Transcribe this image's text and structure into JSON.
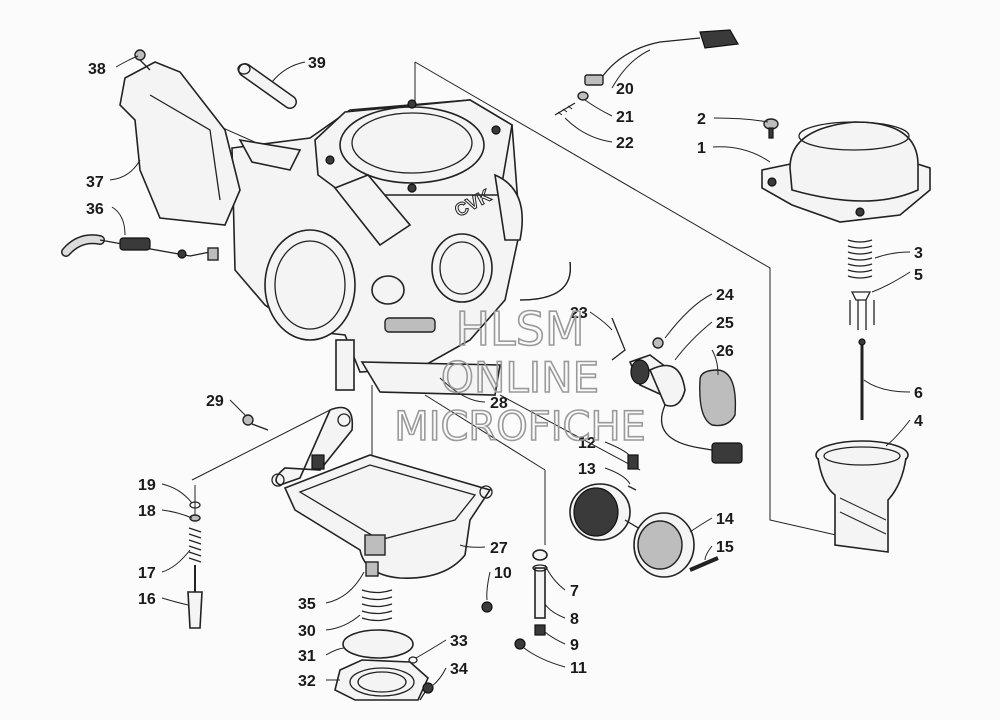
{
  "diagram": {
    "labels": [
      {
        "id": "1",
        "text": "1"
      },
      {
        "id": "2",
        "text": "2"
      },
      {
        "id": "3",
        "text": "3"
      },
      {
        "id": "4",
        "text": "4"
      },
      {
        "id": "5",
        "text": "5"
      },
      {
        "id": "6",
        "text": "6"
      },
      {
        "id": "7",
        "text": "7"
      },
      {
        "id": "8",
        "text": "8"
      },
      {
        "id": "9",
        "text": "9"
      },
      {
        "id": "10",
        "text": "10"
      },
      {
        "id": "11",
        "text": "11"
      },
      {
        "id": "12",
        "text": "12"
      },
      {
        "id": "13",
        "text": "13"
      },
      {
        "id": "14",
        "text": "14"
      },
      {
        "id": "15",
        "text": "15"
      },
      {
        "id": "16",
        "text": "16"
      },
      {
        "id": "17",
        "text": "17"
      },
      {
        "id": "18",
        "text": "18"
      },
      {
        "id": "19",
        "text": "19"
      },
      {
        "id": "20",
        "text": "20"
      },
      {
        "id": "21",
        "text": "21"
      },
      {
        "id": "22",
        "text": "22"
      },
      {
        "id": "23",
        "text": "23"
      },
      {
        "id": "24",
        "text": "24"
      },
      {
        "id": "25",
        "text": "25"
      },
      {
        "id": "26",
        "text": "26"
      },
      {
        "id": "27",
        "text": "27"
      },
      {
        "id": "28",
        "text": "28"
      },
      {
        "id": "29",
        "text": "29"
      },
      {
        "id": "30",
        "text": "30"
      },
      {
        "id": "31",
        "text": "31"
      },
      {
        "id": "32",
        "text": "32"
      },
      {
        "id": "33",
        "text": "33"
      },
      {
        "id": "34",
        "text": "34"
      },
      {
        "id": "35",
        "text": "35"
      },
      {
        "id": "36",
        "text": "36"
      },
      {
        "id": "37",
        "text": "37"
      },
      {
        "id": "38",
        "text": "38"
      },
      {
        "id": "39",
        "text": "39"
      }
    ],
    "body_marking": "CVK"
  },
  "watermark": {
    "line1": "HLSM",
    "line2": "ONLINE",
    "line3": "MICROFICHE"
  }
}
